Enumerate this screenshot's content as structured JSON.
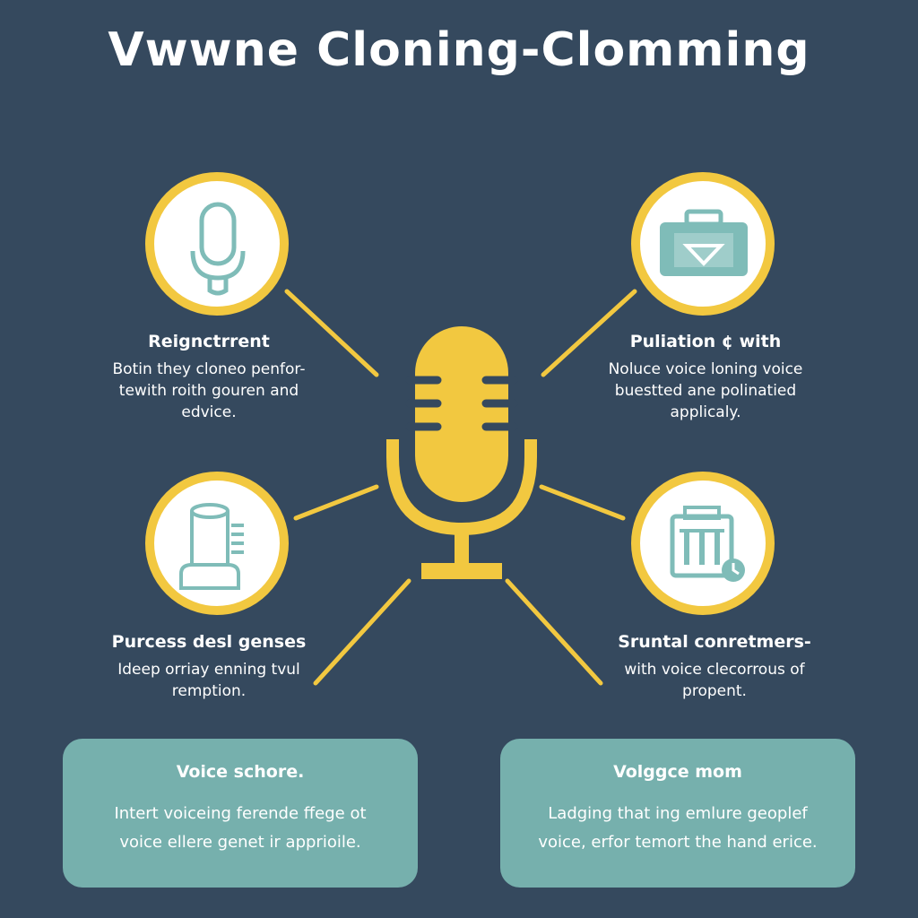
{
  "title": "Vwwne Cloning-Clomming",
  "colors": {
    "background": "#35495e",
    "accent": "#f2c840",
    "icon": "#7fbcb8",
    "card": "#76b0ad",
    "text": "#ffffff"
  },
  "center": {
    "icon": "microphone-icon"
  },
  "features": [
    {
      "icon": "microphone-icon",
      "title": "Reignctrrent",
      "desc": [
        "Botin they cloneo penfor-",
        "tewith roith gouren and",
        "edvice."
      ]
    },
    {
      "icon": "briefcase-icon",
      "title": "Puliation ¢ with",
      "desc": [
        "Noluce voice loning voice",
        "buestted ane polinatied",
        "applicaly."
      ]
    },
    {
      "icon": "cylinder-device-icon",
      "title": "Purcess desl genses",
      "desc": [
        "Ideep orriay enning tvul",
        "remption."
      ]
    },
    {
      "icon": "building-clock-icon",
      "title": "Sruntal conretmers-",
      "desc": [
        "with voice clecorrous of",
        "propent."
      ]
    }
  ],
  "cards": [
    {
      "title": "Voice schore.",
      "desc": [
        "Intert voiceing ferende ffege ot",
        "voice ellere genet ir apprioile."
      ]
    },
    {
      "title": "Volggce mom",
      "desc": [
        "Ladging that ing emlure geoplef",
        "voice, erfor temort the hand erice."
      ]
    }
  ]
}
